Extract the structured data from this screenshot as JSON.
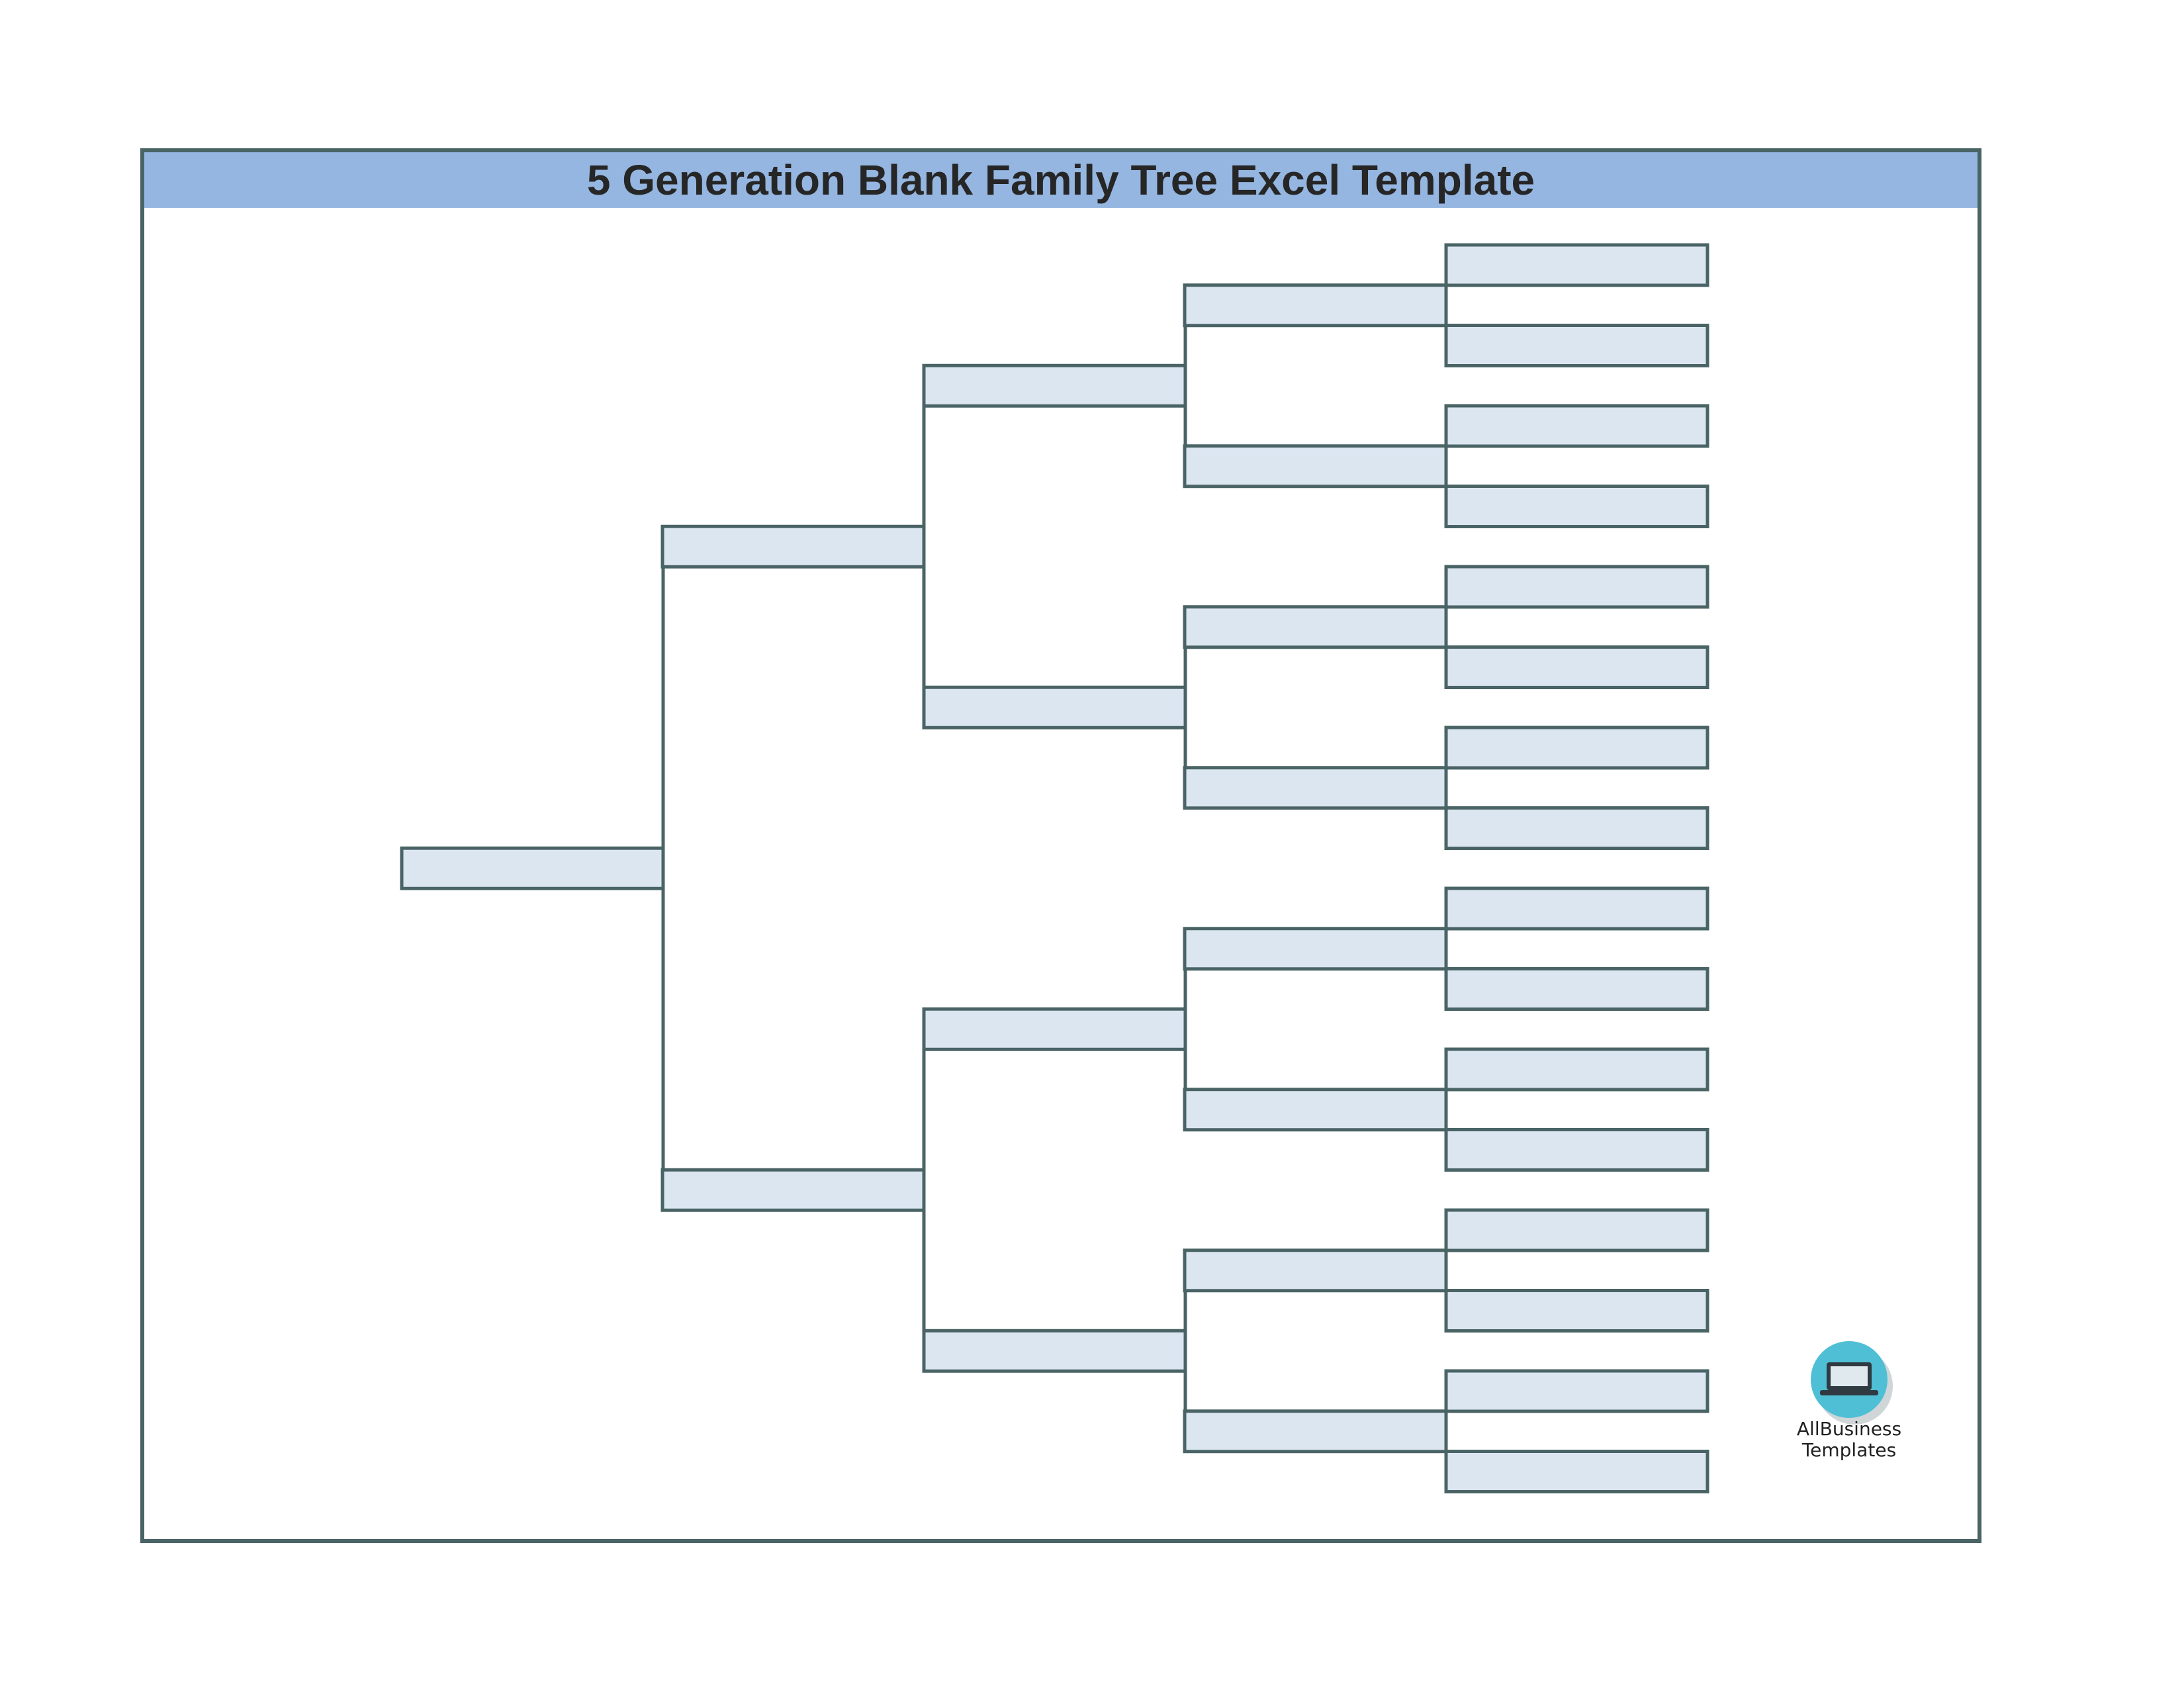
{
  "document": {
    "title": "5 Generation Blank Family Tree Excel Template"
  },
  "tree": {
    "generations": 5,
    "box_fill": "#dce6f1",
    "line_color": "#4a6466",
    "members": [
      {
        "id": "p1",
        "generation": 1,
        "name": ""
      },
      {
        "id": "p2",
        "generation": 2,
        "name": ""
      },
      {
        "id": "p3",
        "generation": 2,
        "name": ""
      },
      {
        "id": "p4",
        "generation": 3,
        "name": ""
      },
      {
        "id": "p5",
        "generation": 3,
        "name": ""
      },
      {
        "id": "p6",
        "generation": 3,
        "name": ""
      },
      {
        "id": "p7",
        "generation": 3,
        "name": ""
      },
      {
        "id": "p8",
        "generation": 4,
        "name": ""
      },
      {
        "id": "p9",
        "generation": 4,
        "name": ""
      },
      {
        "id": "p10",
        "generation": 4,
        "name": ""
      },
      {
        "id": "p11",
        "generation": 4,
        "name": ""
      },
      {
        "id": "p12",
        "generation": 4,
        "name": ""
      },
      {
        "id": "p13",
        "generation": 4,
        "name": ""
      },
      {
        "id": "p14",
        "generation": 4,
        "name": ""
      },
      {
        "id": "p15",
        "generation": 4,
        "name": ""
      },
      {
        "id": "p16",
        "generation": 5,
        "name": ""
      },
      {
        "id": "p17",
        "generation": 5,
        "name": ""
      },
      {
        "id": "p18",
        "generation": 5,
        "name": ""
      },
      {
        "id": "p19",
        "generation": 5,
        "name": ""
      },
      {
        "id": "p20",
        "generation": 5,
        "name": ""
      },
      {
        "id": "p21",
        "generation": 5,
        "name": ""
      },
      {
        "id": "p22",
        "generation": 5,
        "name": ""
      },
      {
        "id": "p23",
        "generation": 5,
        "name": ""
      },
      {
        "id": "p24",
        "generation": 5,
        "name": ""
      },
      {
        "id": "p25",
        "generation": 5,
        "name": ""
      },
      {
        "id": "p26",
        "generation": 5,
        "name": ""
      },
      {
        "id": "p27",
        "generation": 5,
        "name": ""
      },
      {
        "id": "p28",
        "generation": 5,
        "name": ""
      },
      {
        "id": "p29",
        "generation": 5,
        "name": ""
      },
      {
        "id": "p30",
        "generation": 5,
        "name": ""
      },
      {
        "id": "p31",
        "generation": 5,
        "name": ""
      }
    ]
  },
  "logo": {
    "icon": "laptop-icon",
    "line1": "AllBusiness",
    "line2": "Templates",
    "accent": "#4fbfd6"
  }
}
